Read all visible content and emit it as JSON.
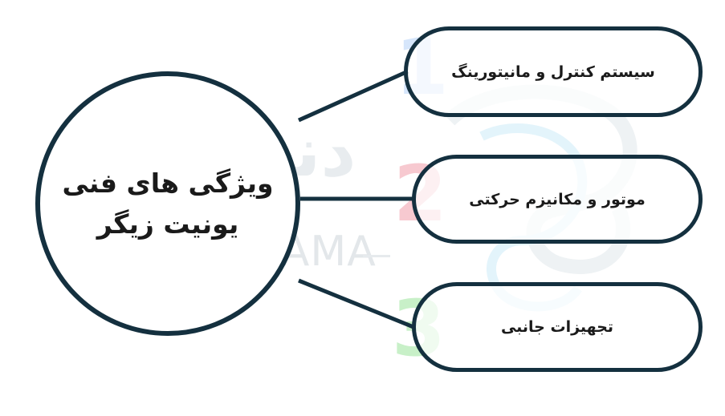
{
  "hub": {
    "line1": "ویژگی های فنی",
    "line2": "یونیت زیگر"
  },
  "features": [
    {
      "number": "1",
      "label": "سیستم کنترل و مانیتورینگ",
      "number_color": "#d6e6fb"
    },
    {
      "number": "2",
      "label": "موتور و مکانیزم حرکتی",
      "number_color": "#f7c9d0"
    },
    {
      "number": "3",
      "label": "تجهیزات جانبی",
      "number_color": "#c8f0c8"
    }
  ],
  "watermark": {
    "text_ar": "دنت باما",
    "text_en": "DENT BAMA"
  },
  "colors": {
    "outline": "#14303f",
    "background": "#ffffff"
  }
}
